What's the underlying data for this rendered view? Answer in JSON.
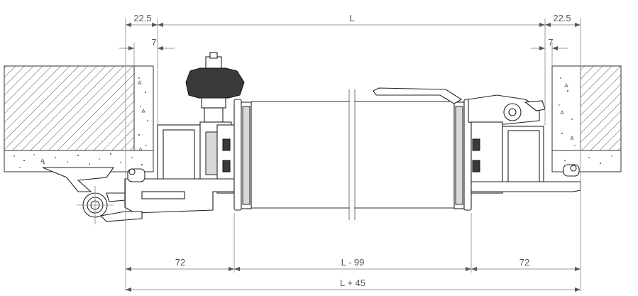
{
  "dimensions": {
    "top_left_offset": "22.5",
    "top_length": "L",
    "top_right_offset": "22.5",
    "left_inset": "7",
    "right_inset": "7",
    "bottom_left": "72",
    "bottom_middle": "L - 99",
    "bottom_right": "72",
    "overall": "L + 45"
  },
  "colors": {
    "line": "#333333",
    "dimension": "#777777",
    "text": "#555555"
  }
}
